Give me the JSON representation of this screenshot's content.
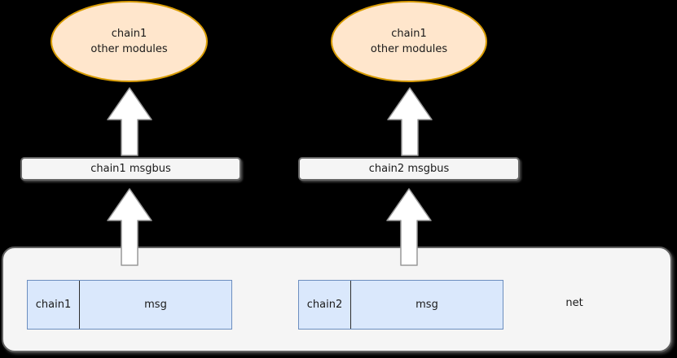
{
  "theme": {
    "background": "#000000",
    "ellipse_fill": "#ffe6cc",
    "ellipse_border": "#d79b00",
    "bus_fill": "#f5f5f5",
    "bus_border": "#666666",
    "container_fill": "#f5f5f5",
    "container_border": "#616161",
    "packet_fill": "#dae8fc",
    "packet_border": "#6c8ebf",
    "packet_divider": "#2d2d2d",
    "arrow_fill": "#ffffff",
    "arrow_border": "#999999",
    "text_color": "#1a1a1a"
  },
  "nodes": {
    "module1": {
      "line1": "chain1",
      "line2": "other modules"
    },
    "module2": {
      "line1": "chain1",
      "line2": "other modules"
    },
    "bus1": {
      "label": "chain1 msgbus"
    },
    "bus2": {
      "label": "chain2 msgbus"
    },
    "packet1": {
      "chain": "chain1",
      "payload": "msg"
    },
    "packet2": {
      "chain": "chain2",
      "payload": "msg"
    },
    "net": {
      "label": "net"
    }
  }
}
